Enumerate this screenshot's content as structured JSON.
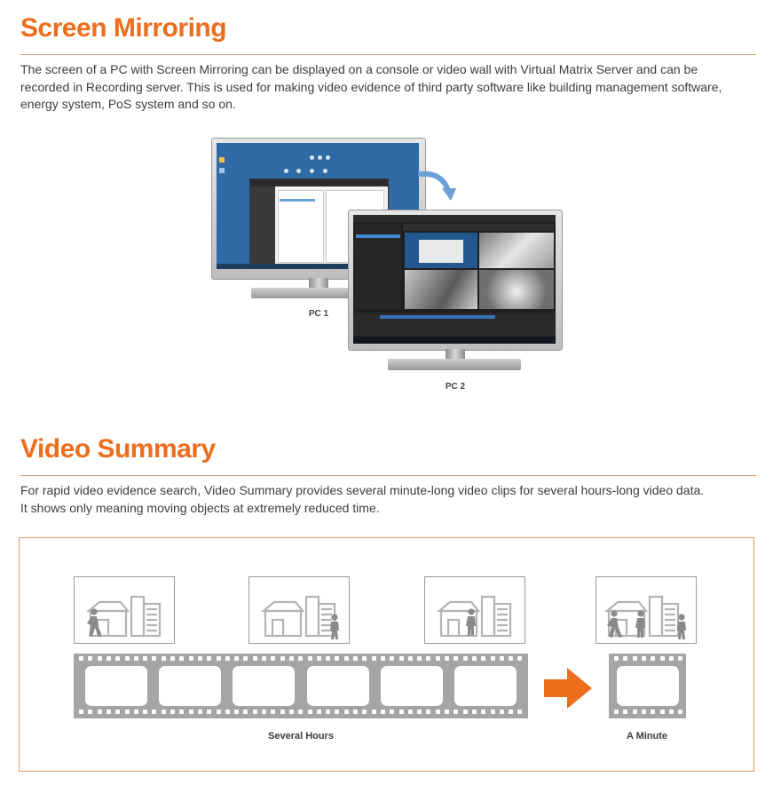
{
  "sections": {
    "mirroring": {
      "title": "Screen Mirroring",
      "body_lines": [
        "The screen of a PC with Screen Mirroring can be displayed on a console or video wall with Virtual Matrix Server and can be",
        "recorded in Recording server. This is used for making video evidence of third party software like building management software,",
        "energy system, PoS system and so on."
      ],
      "pc1_label": "PC 1",
      "pc2_label": "PC 2"
    },
    "summary": {
      "title": "Video Summary",
      "body_lines": [
        "For rapid video evidence search, Video Summary provides several minute-long video clips for several hours-long video data.",
        "It shows only meaning moving objects at extremely reduced time."
      ],
      "hours_label": "Several Hours",
      "minute_label": "A Minute"
    }
  },
  "colors": {
    "accent": "#ec6d1c",
    "desktop_blue": "#2f6aa7",
    "icon_gray": "#b3b3b3",
    "film_gray": "#a5a5a5"
  },
  "icons": [
    "curved-arrow-icon",
    "building-icon",
    "walking-person-icon",
    "standing-person-icon",
    "right-arrow-icon"
  ]
}
